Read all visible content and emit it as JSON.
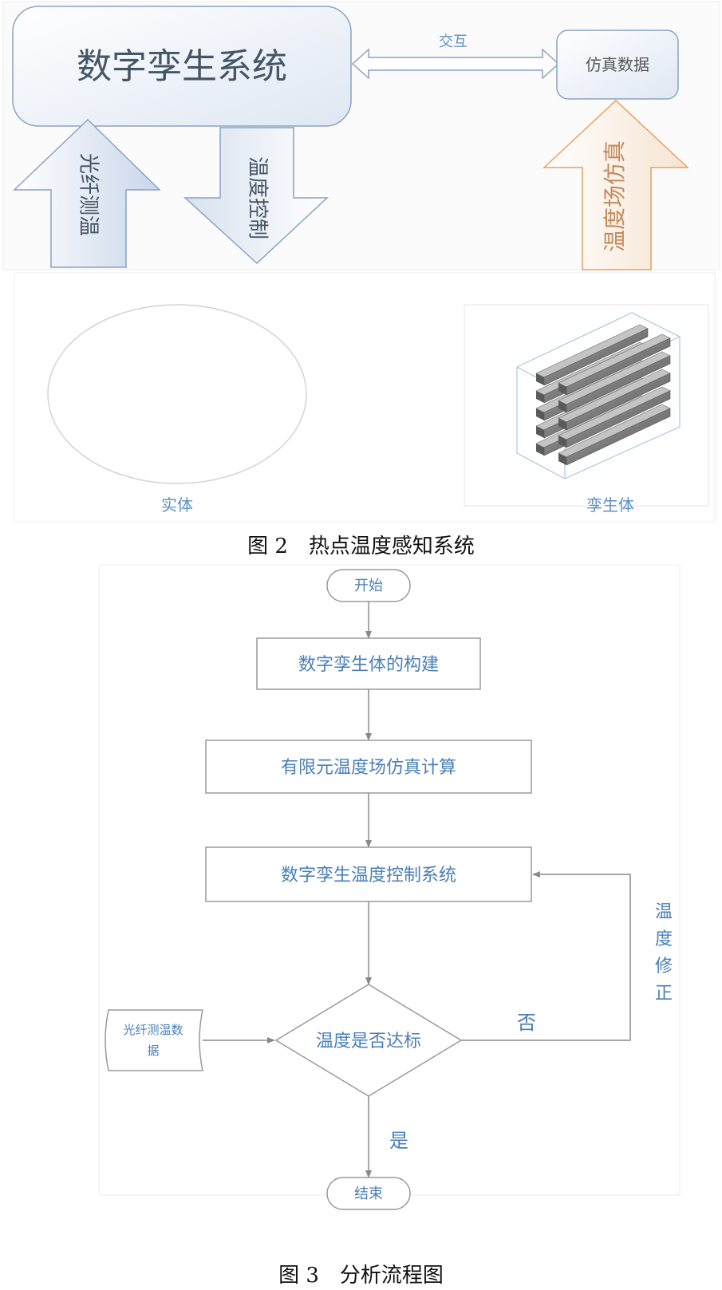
{
  "figure2": {
    "caption": "图 2　热点温度感知系统",
    "system_title": "数字孪生系统",
    "interaction_label": "交互",
    "sim_data_label": "仿真数据",
    "arrow_fiber": "光纤测温",
    "arrow_temp_control": "温度控制",
    "arrow_temp_field_sim": "温度场仿真",
    "entity_label": "实体",
    "twin_label": "孪生体",
    "colors": {
      "blue_text": "#5b8fc7",
      "orange": "#e8a060",
      "box_border": "#8da4c4"
    }
  },
  "figure3": {
    "caption": "图 3　分析流程图",
    "start": "开始",
    "step1": "数字孪生体的构建",
    "step2": "有限元温度场仿真计算",
    "step3": "数字孪生温度控制系统",
    "decision": "温度是否达标",
    "input_data": [
      "光纤测温数",
      "据"
    ],
    "no_label": "否",
    "yes_label": "是",
    "correction_label": [
      "温",
      "度",
      "修",
      "正"
    ],
    "end": "结束",
    "colors": {
      "text": "#4a7fb8",
      "line": "#8a8a8a"
    }
  }
}
